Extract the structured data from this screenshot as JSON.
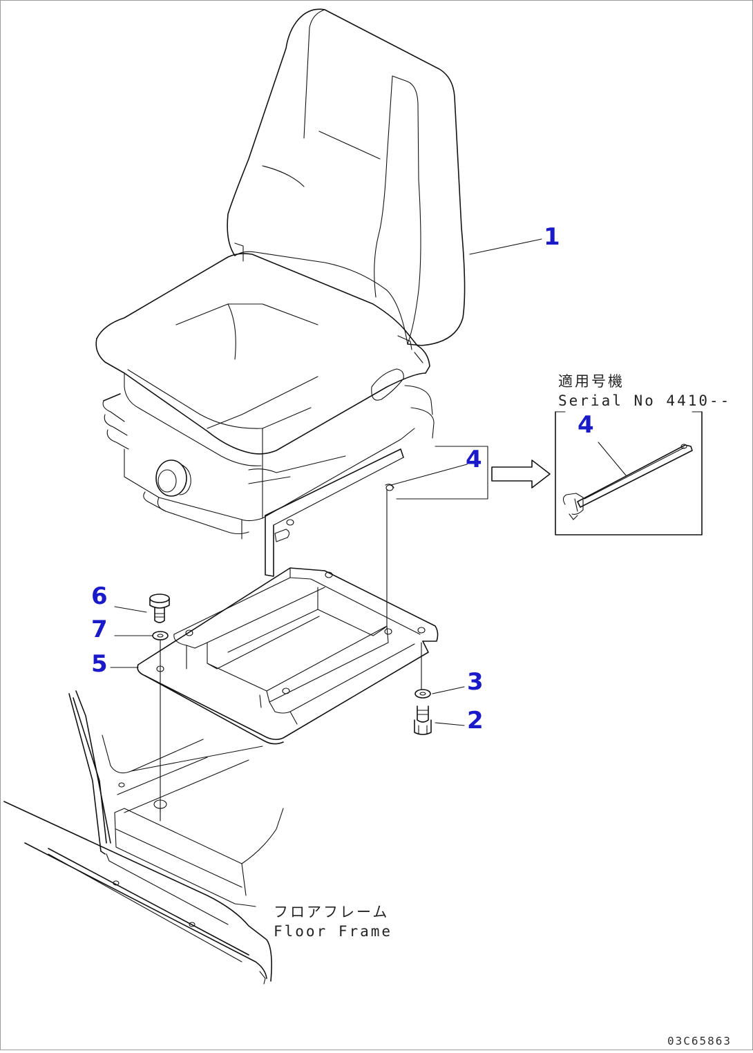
{
  "callouts": {
    "c1": "1",
    "c2": "2",
    "c3": "3",
    "c4_main": "4",
    "c4_inset": "4",
    "c5": "5",
    "c6": "6",
    "c7": "7"
  },
  "inset": {
    "label_jp": "適用号機",
    "label_en": "Serial No 4410--"
  },
  "floor_frame": {
    "label_jp": "フロアフレーム",
    "label_en": "Floor Frame"
  },
  "drawing_code": "03C65863"
}
